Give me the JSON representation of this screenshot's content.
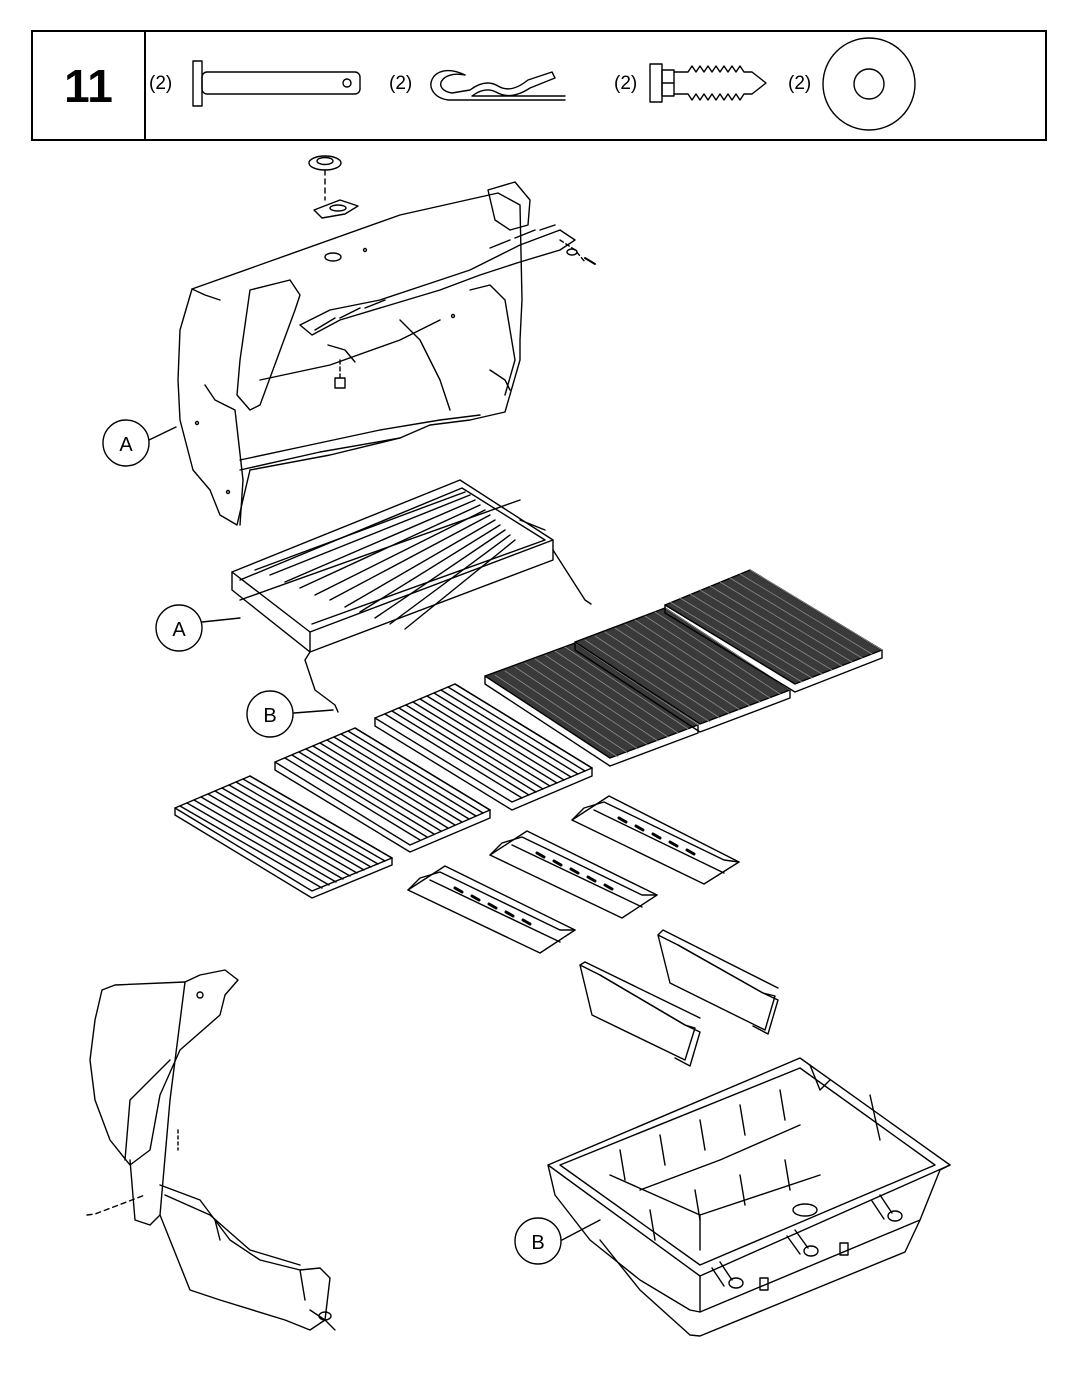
{
  "step": {
    "number": "11"
  },
  "hardware": [
    {
      "qty": "(2)",
      "icon": "clevis-pin-icon"
    },
    {
      "qty": "(2)",
      "icon": "hair-pin-clip-icon"
    },
    {
      "qty": "(2)",
      "icon": "screw-icon"
    },
    {
      "qty": "(2)",
      "icon": "washer-icon"
    }
  ],
  "callouts": {
    "a": "A",
    "b": "B"
  }
}
